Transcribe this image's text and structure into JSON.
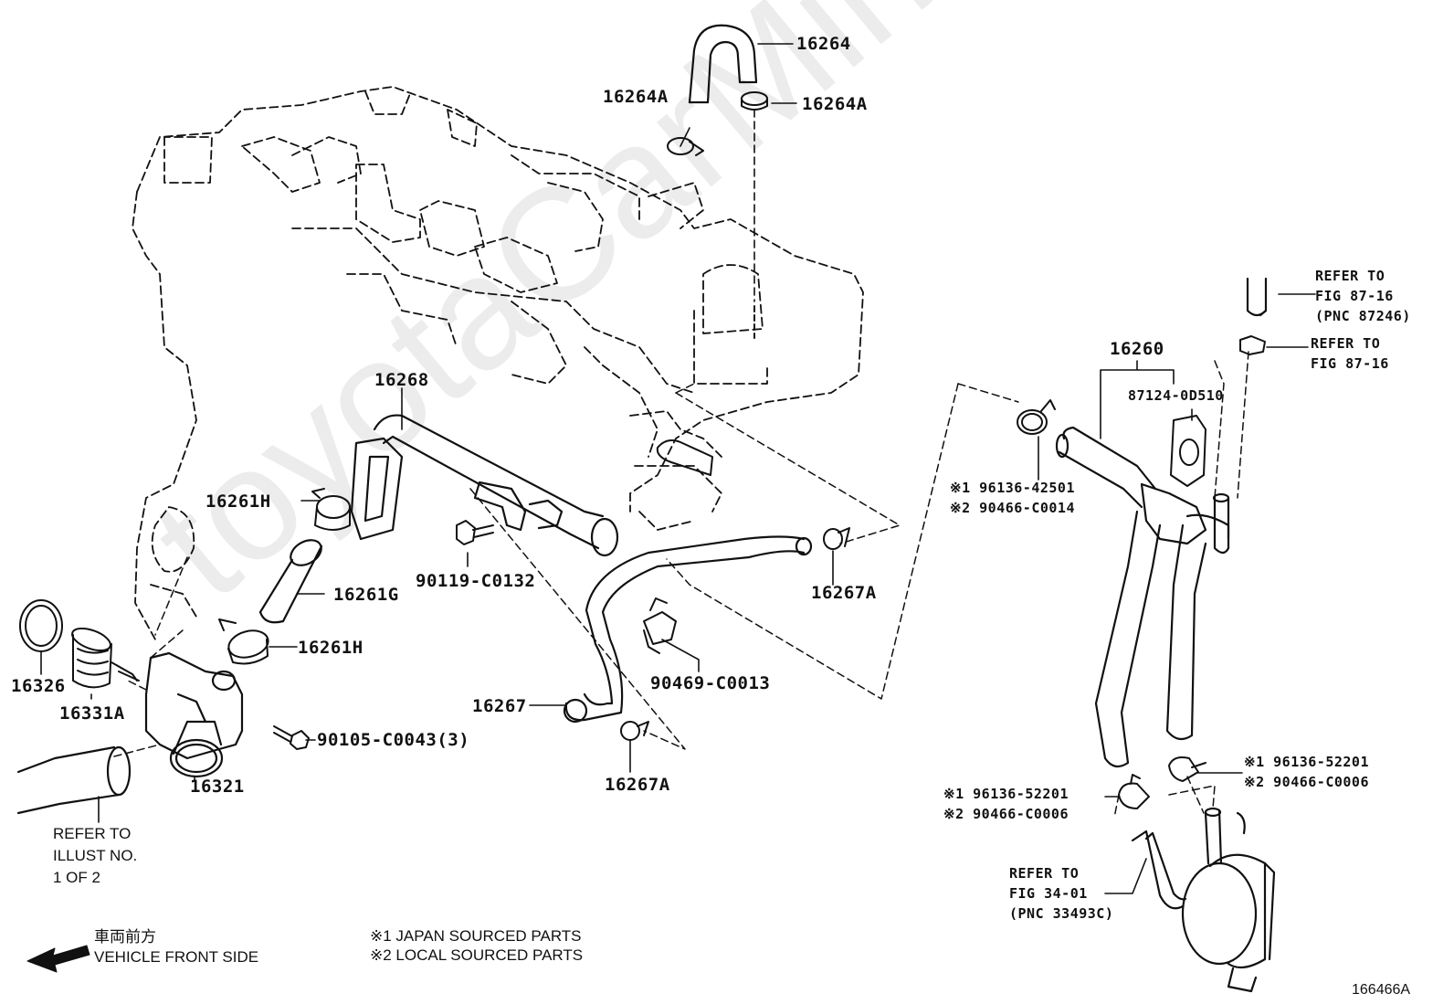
{
  "watermark": "toyotaCarMine.ru",
  "figure_id": "166466A",
  "parts": {
    "p16264": "16264",
    "p16264A_left": "16264A",
    "p16264A_right": "16264A",
    "p16268": "16268",
    "p16261H_top": "16261H",
    "p16261G": "16261G",
    "p16261H_bottom": "16261H",
    "p90119": "90119-C0132",
    "p16326": "16326",
    "p16331A": "16331A",
    "p16321": "16321",
    "p90105": "90105-C0043(3)",
    "p16267": "16267",
    "p16267A_bottom": "16267A",
    "p16267A_right": "16267A",
    "p90469": "90469-C0013",
    "p16260": "16260",
    "p87124": "87124-0D510"
  },
  "clamp_top": {
    "line1": "※1 96136-42501",
    "line2": "※2 90466-C0014"
  },
  "clamp_lower_left": {
    "line1": "※1 96136-52201",
    "line2": "※2 90466-C0006"
  },
  "clamp_lower_right": {
    "line1": "※1 96136-52201",
    "line2": "※2 90466-C0006"
  },
  "refs": {
    "fig87_top": {
      "l1": "REFER TO",
      "l2": "FIG 87-16",
      "l3": "(PNC 87246)"
    },
    "fig87_clamp": {
      "l1": "REFER TO",
      "l2": "FIG 87-16"
    },
    "fig34": {
      "l1": "REFER TO",
      "l2": "FIG 34-01",
      "l3": "(PNC 33493C)"
    },
    "illust": {
      "l1": "REFER TO",
      "l2": "ILLUST NO.",
      "l3": "1 OF 2"
    }
  },
  "direction": {
    "jp": "車両前方",
    "en": "VEHICLE FRONT SIDE"
  },
  "legend": {
    "l1": "※1 JAPAN SOURCED PARTS",
    "l2": "※2 LOCAL SOURCED PARTS"
  }
}
